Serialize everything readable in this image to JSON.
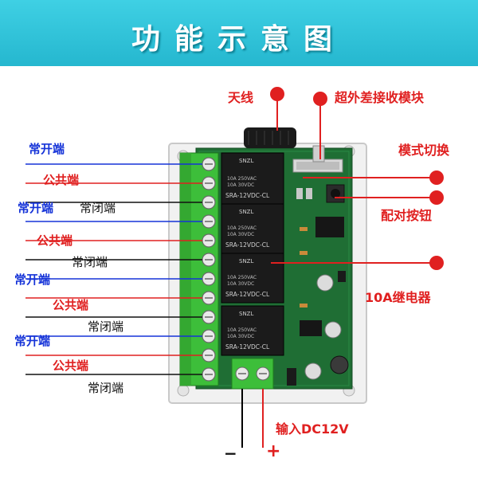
{
  "banner": {
    "title": "功能示意图"
  },
  "annotations": {
    "antenna": "天线",
    "receiver_module": "超外差接收模块",
    "mode_switch": "模式切换",
    "pair_button": "配对按钮",
    "relay": "10A继电器",
    "power_input": "输入DC12V",
    "minus": "−",
    "plus": "+"
  },
  "terminals": {
    "no": "常开端",
    "com": "公共端",
    "nc": "常闭端"
  },
  "relay_print": {
    "brand": "SNZL",
    "spec1": "10A 250VAC",
    "spec2": "10A 30VDC",
    "model": "SRA-12VDC-CL"
  },
  "colors": {
    "banner": "#2bbfd6",
    "pcb": "#1f6e34",
    "terminal_block": "#3dbe3a",
    "annotation_red": "#e02020",
    "label_blue": "#1533d8"
  }
}
